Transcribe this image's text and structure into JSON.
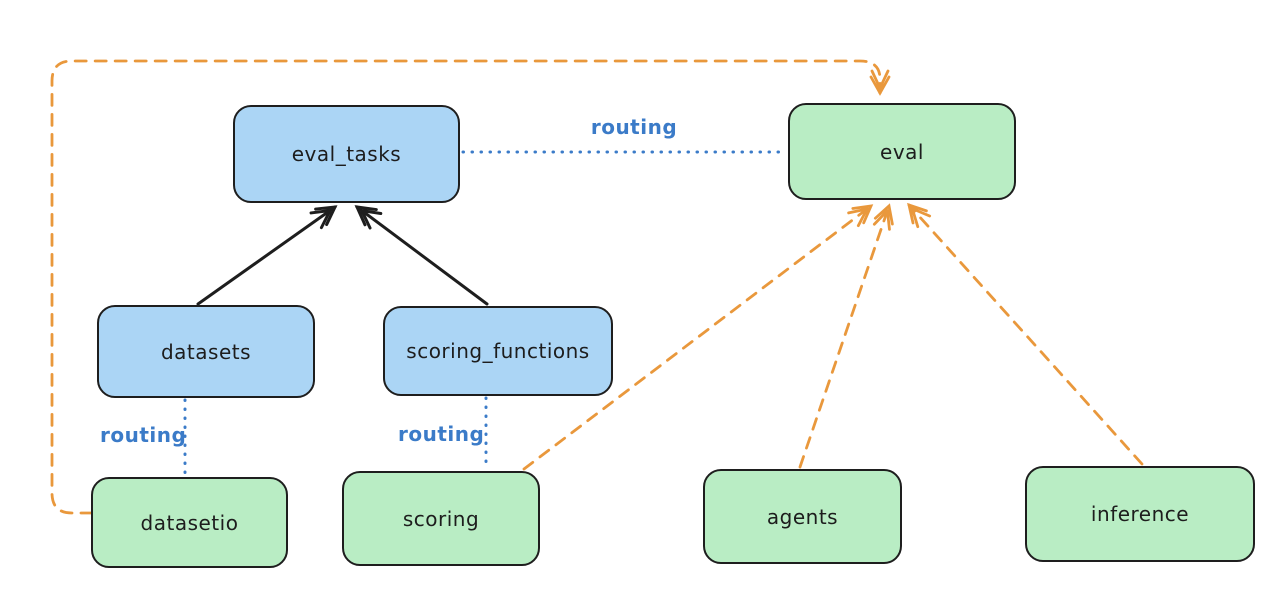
{
  "diagram": {
    "title_hint": "llama-stack eval routing diagram",
    "nodes": {
      "eval_tasks": {
        "label": "eval_tasks",
        "kind": "resource",
        "fill": "#abd5f5"
      },
      "eval": {
        "label": "eval",
        "kind": "api",
        "fill": "#b9edc4"
      },
      "datasets": {
        "label": "datasets",
        "kind": "resource",
        "fill": "#abd5f5"
      },
      "scoring_functions": {
        "label": "scoring_functions",
        "kind": "resource",
        "fill": "#abd5f5"
      },
      "datasetio": {
        "label": "datasetio",
        "kind": "api",
        "fill": "#b9edc4"
      },
      "scoring": {
        "label": "scoring",
        "kind": "api",
        "fill": "#b9edc4"
      },
      "agents": {
        "label": "agents",
        "kind": "api",
        "fill": "#b9edc4"
      },
      "inference": {
        "label": "inference",
        "kind": "api",
        "fill": "#b9edc4"
      }
    },
    "edges": {
      "labels": {
        "routing_top": "routing",
        "routing_datasetio": "routing",
        "routing_scoring": "routing"
      },
      "list": [
        {
          "from": "datasets",
          "to": "eval_tasks",
          "style": "solid-black-arrow"
        },
        {
          "from": "scoring_functions",
          "to": "eval_tasks",
          "style": "solid-black-arrow"
        },
        {
          "from": "eval_tasks",
          "to": "eval",
          "style": "dotted-blue",
          "label": "routing"
        },
        {
          "from": "datasets",
          "to": "datasetio",
          "style": "dotted-blue",
          "label": "routing"
        },
        {
          "from": "scoring_functions",
          "to": "scoring",
          "style": "dotted-blue",
          "label": "routing"
        },
        {
          "from": "datasetio",
          "to": "eval",
          "style": "dashed-orange-arrow"
        },
        {
          "from": "scoring",
          "to": "eval",
          "style": "dashed-orange-arrow"
        },
        {
          "from": "agents",
          "to": "eval",
          "style": "dashed-orange-arrow"
        },
        {
          "from": "inference",
          "to": "eval",
          "style": "dashed-orange-arrow"
        }
      ]
    },
    "colors": {
      "background": "#ffffff",
      "node_border": "#1e1e1e",
      "blue_fill": "#abd5f5",
      "green_fill": "#b9edc4",
      "routing_blue": "#3b7bc8",
      "provider_orange": "#e9983c",
      "arrow_black": "#1e1e1e"
    }
  }
}
